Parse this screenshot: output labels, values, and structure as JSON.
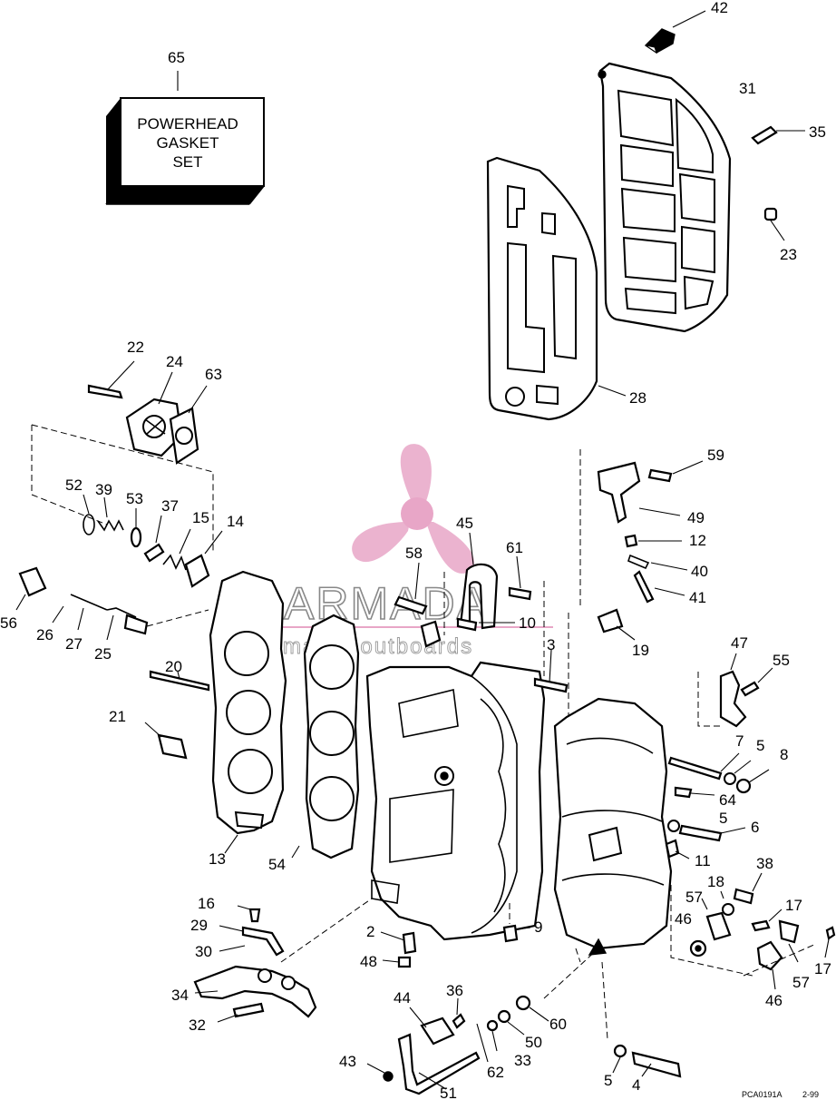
{
  "kit_box": {
    "line1": "POWERHEAD",
    "line2": "GASKET",
    "line3": "SET"
  },
  "watermark": {
    "brand": "ARMADA",
    "tagline": "marineoutboards",
    "accent": "#e8a6c7"
  },
  "footer": {
    "code": "PCA0191A",
    "date": "2-99"
  },
  "callouts": [
    "42",
    "65",
    "31",
    "35",
    "23",
    "28",
    "22",
    "24",
    "63",
    "52",
    "39",
    "53",
    "37",
    "15",
    "14",
    "56",
    "26",
    "27",
    "25",
    "58",
    "45",
    "61",
    "10",
    "19",
    "3",
    "59",
    "49",
    "12",
    "40",
    "41",
    "20",
    "21",
    "13",
    "54",
    "47",
    "55",
    "7",
    "5",
    "8",
    "64",
    "5",
    "6",
    "11",
    "38",
    "18",
    "57",
    "17",
    "46",
    "17",
    "57",
    "46",
    "16",
    "29",
    "30",
    "34",
    "32",
    "2",
    "9",
    "48",
    "36",
    "44",
    "60",
    "50",
    "33",
    "62",
    "43",
    "51",
    "5",
    "4"
  ]
}
